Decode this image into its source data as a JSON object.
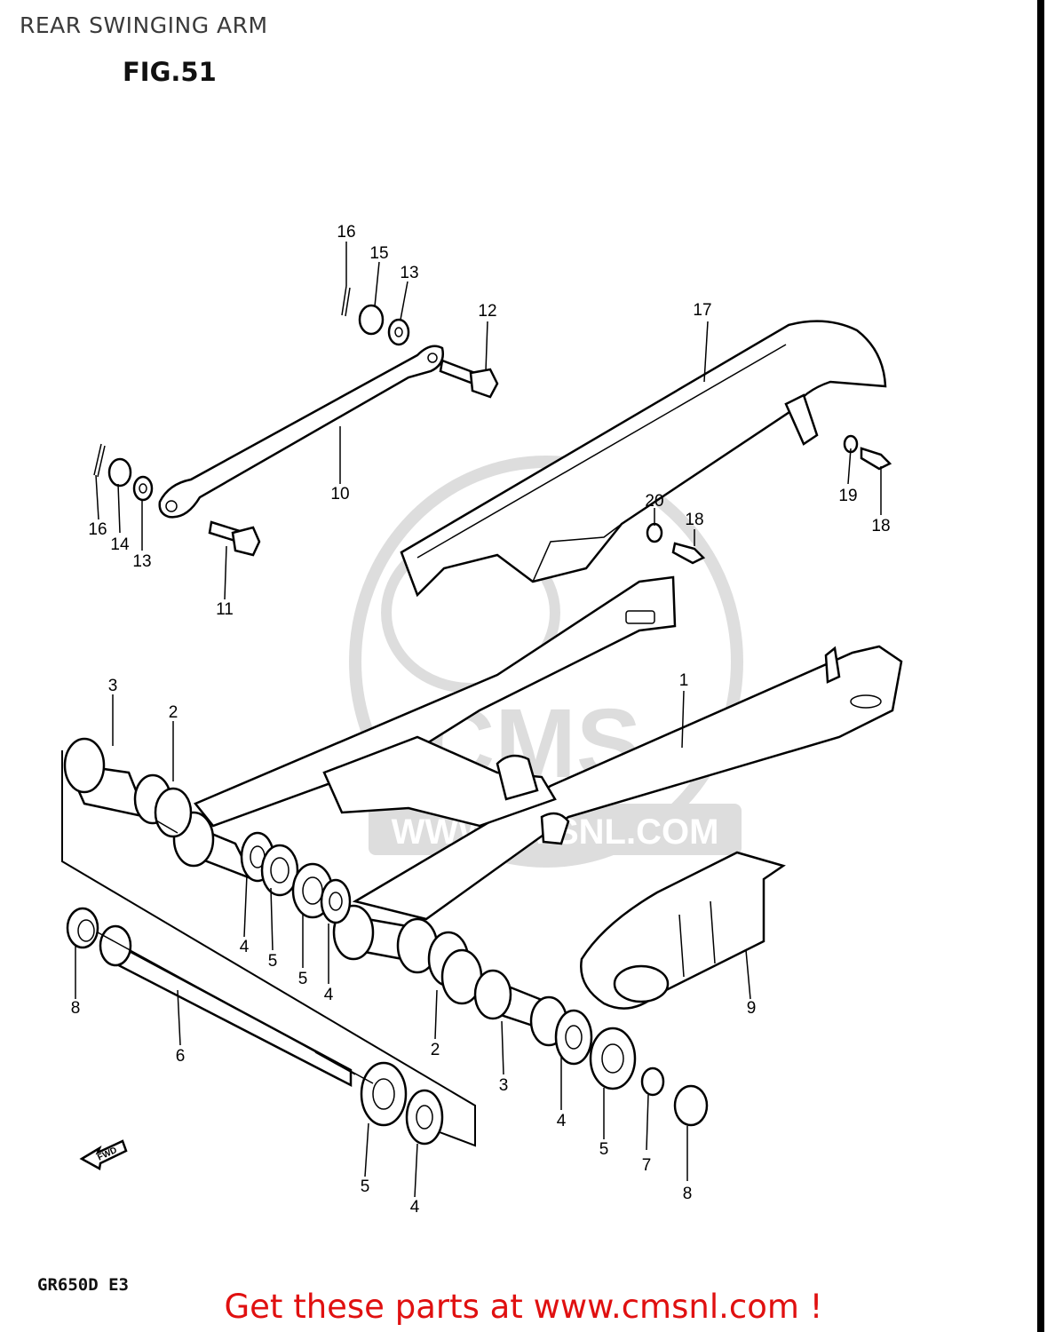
{
  "header": {
    "title": "REAR SWINGING ARM",
    "figure": "FIG.51"
  },
  "footer": {
    "model": "GR650D E3",
    "promo": "Get these parts at www.cmsnl.com !"
  },
  "watermark": {
    "text": "CMS",
    "subtext": "WWW.CMSNL.COM"
  },
  "direction_marker": {
    "text": "FWD"
  },
  "callouts": [
    {
      "id": "c1",
      "label": "1"
    },
    {
      "id": "c2a",
      "label": "2"
    },
    {
      "id": "c2b",
      "label": "2"
    },
    {
      "id": "c3a",
      "label": "3"
    },
    {
      "id": "c3b",
      "label": "3"
    },
    {
      "id": "c4a",
      "label": "4"
    },
    {
      "id": "c4b",
      "label": "4"
    },
    {
      "id": "c4c",
      "label": "4"
    },
    {
      "id": "c4d",
      "label": "4"
    },
    {
      "id": "c5a",
      "label": "5"
    },
    {
      "id": "c5b",
      "label": "5"
    },
    {
      "id": "c5c",
      "label": "5"
    },
    {
      "id": "c5d",
      "label": "5"
    },
    {
      "id": "c6",
      "label": "6"
    },
    {
      "id": "c7",
      "label": "7"
    },
    {
      "id": "c8a",
      "label": "8"
    },
    {
      "id": "c8b",
      "label": "8"
    },
    {
      "id": "c9",
      "label": "9"
    },
    {
      "id": "c10",
      "label": "10"
    },
    {
      "id": "c11",
      "label": "11"
    },
    {
      "id": "c12",
      "label": "12"
    },
    {
      "id": "c13a",
      "label": "13"
    },
    {
      "id": "c13b",
      "label": "13"
    },
    {
      "id": "c14",
      "label": "14"
    },
    {
      "id": "c15",
      "label": "15"
    },
    {
      "id": "c16a",
      "label": "16"
    },
    {
      "id": "c16b",
      "label": "16"
    },
    {
      "id": "c17",
      "label": "17"
    },
    {
      "id": "c18a",
      "label": "18"
    },
    {
      "id": "c18b",
      "label": "18"
    },
    {
      "id": "c19",
      "label": "19"
    },
    {
      "id": "c20",
      "label": "20"
    }
  ]
}
